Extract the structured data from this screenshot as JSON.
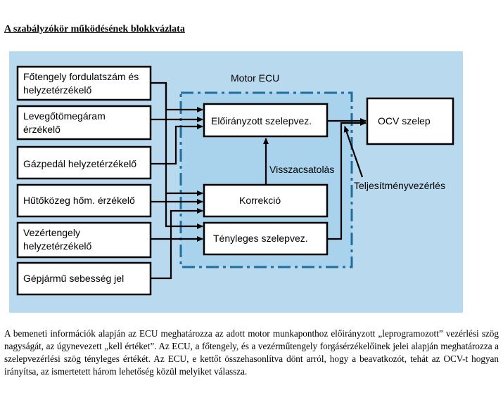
{
  "page": {
    "heading": "A szabályzókör működésének blokkvázlata",
    "description": "A bemeneti információk alapján az ECU meghatározza az adott motor munkaponthoz előirányzott „leprogramozott” vezérlési szög nagyságát, az úgynevezett „kell értéket”. Az ECU, a főtengely, és a vezérműtengely forgásérzékelőinek jelei alapján meghatározza a szelepvezérlési szög tényleges értékét. Az ECU, e kettőt összehasonlítva dönt arról, hogy a beavatkozót, tehát az OCV-t hogyan irányítsa, az ismertetett három lehetőség közül melyiket válassza."
  },
  "diagram": {
    "inputs": [
      {
        "line1": "Főtengely fordulatszám és",
        "line2": "helyzetérzékelő"
      },
      {
        "line1": "Levegőtömegáram",
        "line2": "érzékelő"
      },
      {
        "line1": "Gázpedál helyzetérzékelő",
        "line2": ""
      },
      {
        "line1": "Hűtőközeg hőm. érzékelő",
        "line2": ""
      },
      {
        "line1": "Vezértengely",
        "line2": "helyzetérzékelő"
      },
      {
        "line1": "Gépjármű sebesség jel",
        "line2": ""
      }
    ],
    "ecu_title": "Motor ECU",
    "target_box": "Előirányzott szelepvez.",
    "correction_box": "Korrekció",
    "actual_box": "Tényleges szelepvez.",
    "feedback_label": "Visszacsatolás",
    "output_box": "OCV szelep",
    "power_control_label": "Teljesítményvezérlés",
    "colors": {
      "panel_background": "#b9d9ef",
      "ecu_background": "#a9d2ec",
      "ecu_border": "#1f6f9e",
      "box_border": "#000000",
      "box_fill": "#ffffff"
    }
  }
}
